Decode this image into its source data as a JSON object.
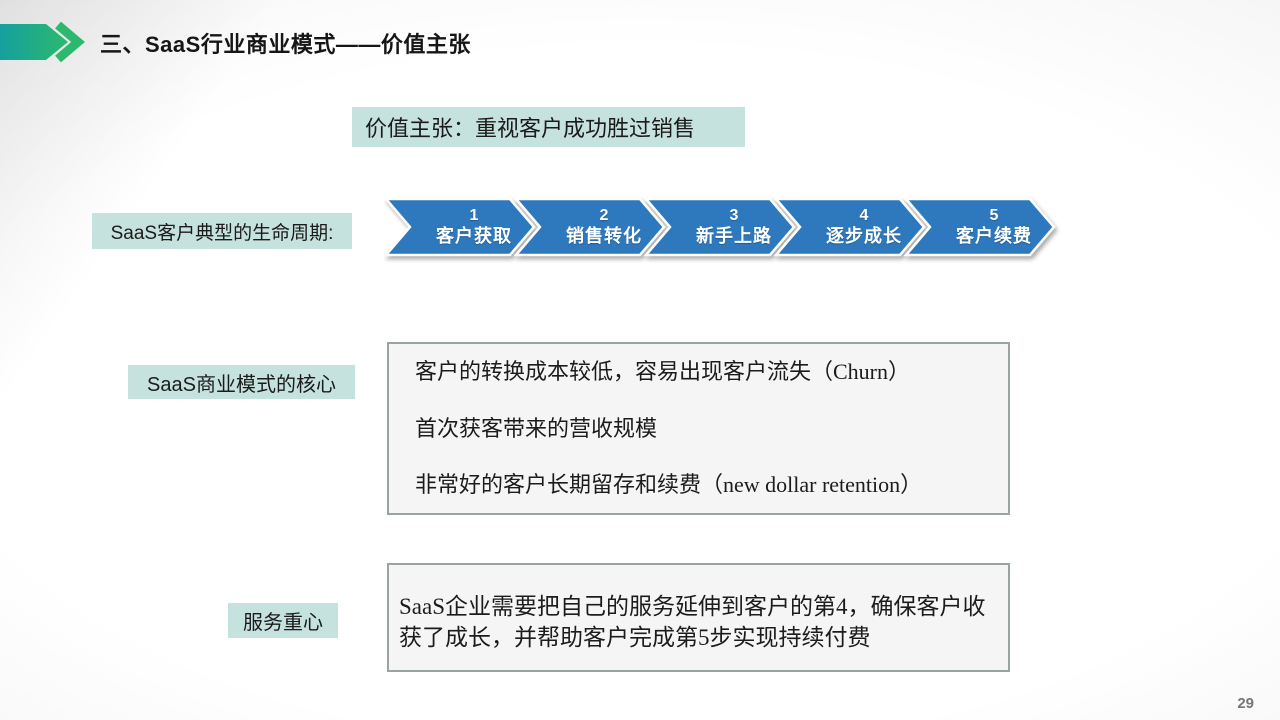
{
  "header": {
    "title": "三、SaaS行业商业模式——价值主张"
  },
  "value_proposition": {
    "label": "价值主张：重视客户成功胜过销售"
  },
  "lifecycle": {
    "label": "SaaS客户典型的生命周期:",
    "steps": [
      {
        "num": "1",
        "name": "客户获取"
      },
      {
        "num": "2",
        "name": "销售转化"
      },
      {
        "num": "3",
        "name": "新手上路"
      },
      {
        "num": "4",
        "name": "逐步成长"
      },
      {
        "num": "5",
        "name": "客户续费"
      }
    ]
  },
  "core": {
    "label": "SaaS商业模式的核心",
    "items": [
      "客户的转换成本较低，容易出现客户流失（Churn）",
      "首次获客带来的营收规模",
      "非常好的客户长期留存和续费（new dollar retention）"
    ]
  },
  "service": {
    "label": "服务重心",
    "text": "SaaS企业需要把自己的服务延伸到客户的第4，确保客户收获了成长，并帮助客户完成第5步实现持续付费"
  },
  "footer": {
    "page_number": "29"
  },
  "colors": {
    "chevron-blue": "#2e79bd",
    "teal-bg": "#c6e2de",
    "deco-teal": "#14a09e",
    "deco-green": "#2cb96e"
  }
}
